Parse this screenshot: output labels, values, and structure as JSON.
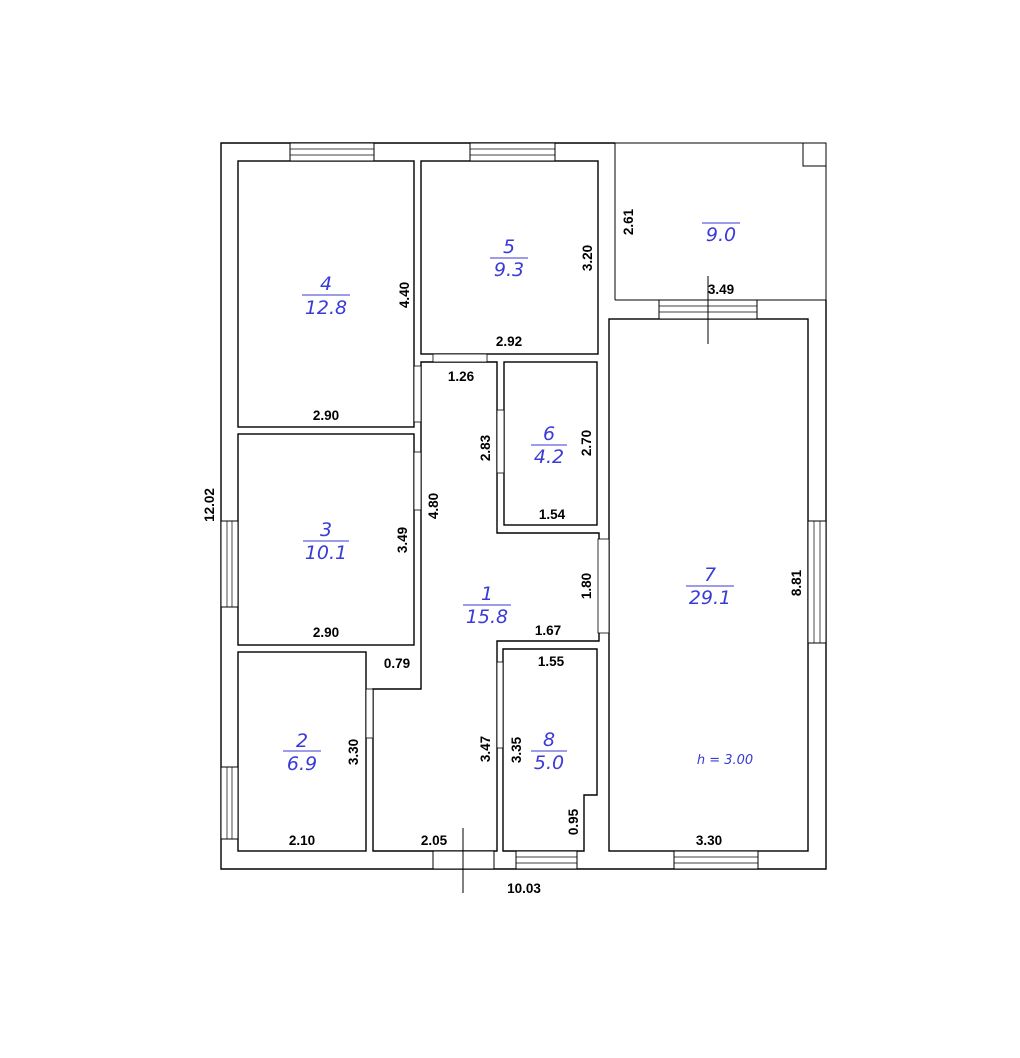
{
  "colors": {
    "wall": "#000000",
    "label": "#3a3ad6",
    "dimension": "#000000"
  },
  "rooms": [
    {
      "number": "4",
      "area": "12.8"
    },
    {
      "number": "5",
      "area": "9.3"
    },
    {
      "number": "",
      "area": "9.0"
    },
    {
      "number": "6",
      "area": "4.2"
    },
    {
      "number": "3",
      "area": "10.1"
    },
    {
      "number": "1",
      "area": "15.8"
    },
    {
      "number": "7",
      "area": "29.1"
    },
    {
      "number": "2",
      "area": "6.9"
    },
    {
      "number": "8",
      "area": "5.0"
    }
  ],
  "height_note": "h = 3.00",
  "dimensions": {
    "d_room4_w": "2.90",
    "d_room4_h": "4.40",
    "d_room5_w": "2.92",
    "d_room5_h": "3.20",
    "d_terrace_h": "2.61",
    "d_terrace_w": "3.49",
    "d_door_126": "1.26",
    "d_room6_hl": "2.83",
    "d_room6_hr": "2.70",
    "d_room6_w": "1.54",
    "d_room3_w": "2.90",
    "d_room3_h": "3.49",
    "d_corr_h": "4.80",
    "d_total_h": "12.02",
    "d_gap_180": "1.80",
    "d_room7_h": "8.81",
    "d_room7_w": "3.30",
    "d_corr_w": "1.67",
    "d_room8_top": "1.55",
    "d_step_079": "0.79",
    "d_room2_h": "3.30",
    "d_room2_w": "2.10",
    "d_corr_h2": "3.47",
    "d_room8_h": "3.35",
    "d_room8_notch": "0.95",
    "d_hall_w": "2.05",
    "d_total_w": "10.03"
  }
}
